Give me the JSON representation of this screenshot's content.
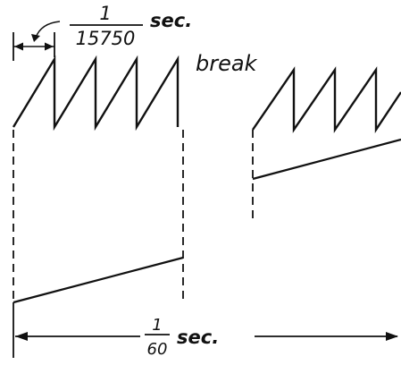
{
  "labels": {
    "line_period": {
      "numerator": "1",
      "denominator": "15750",
      "unit": "sec."
    },
    "break": "break",
    "field_period": {
      "numerator": "1",
      "denominator": "60",
      "unit": "sec."
    }
  }
}
